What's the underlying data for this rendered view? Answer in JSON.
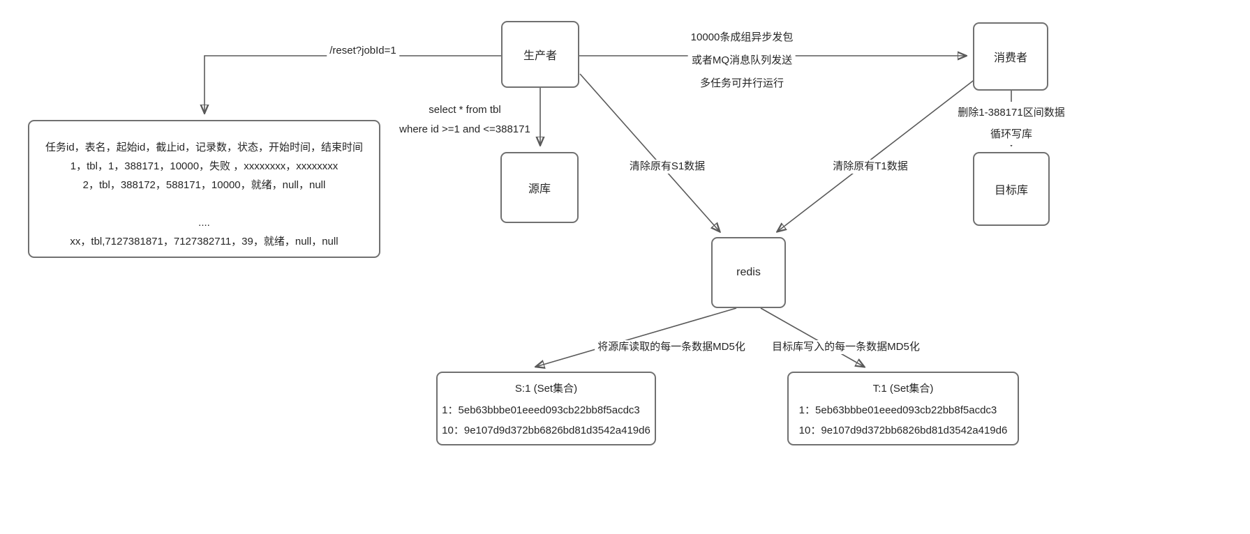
{
  "diagram": {
    "colors": {
      "line": "#595959",
      "text": "#262626",
      "background": "#ffffff"
    },
    "nodes": {
      "producer": {
        "label": "生产者"
      },
      "consumer": {
        "label": "消费者"
      },
      "source_db": {
        "label": "源库"
      },
      "target_db": {
        "label": "目标库"
      },
      "redis": {
        "label": "redis"
      },
      "task_table": {
        "lines": [
          "任务id，表名，起始id，截止id，记录数，状态，开始时间，结束时间",
          "1，tbl，1，388171，10000，失败 ，xxxxxxxx，xxxxxxxx",
          "2，tbl，388172，588171，10000，就绪，null，null",
          "",
          "....",
          "xx，tbl,7127381871，7127382711，39，就绪，null，null"
        ]
      },
      "s1_set": {
        "title": "S:1 (Set集合)",
        "entries": [
          "1：5eb63bbbe01eeed093cb22bb8f5acdc3",
          "10：9e107d9d372bb6826bd81d3542a419d6"
        ]
      },
      "t1_set": {
        "title": "T:1 (Set集合)",
        "entries": [
          "1：5eb63bbbe01eeed093cb22bb8f5acdc3",
          "10：9e107d9d372bb6826bd81d3542a419d6"
        ]
      }
    },
    "edges": {
      "producer_to_task": {
        "label": "/reset?jobId=1"
      },
      "producer_to_source": {
        "lines": [
          "select * from tbl",
          "where id >=1 and <=388171"
        ]
      },
      "producer_to_consumer": {
        "lines": [
          "10000条成组异步发包",
          "或者MQ消息队列发送",
          "多任务可并行运行"
        ]
      },
      "producer_to_redis": {
        "label": "清除原有S1数据"
      },
      "consumer_to_redis": {
        "label": "清除原有T1数据"
      },
      "consumer_to_target": {
        "lines": [
          "删除1-388171区间数据",
          "循环写库"
        ]
      },
      "redis_to_s1": {
        "label": "将源库读取的每一条数据MD5化"
      },
      "redis_to_t1": {
        "label": "目标库写入的每一条数据MD5化"
      }
    }
  }
}
